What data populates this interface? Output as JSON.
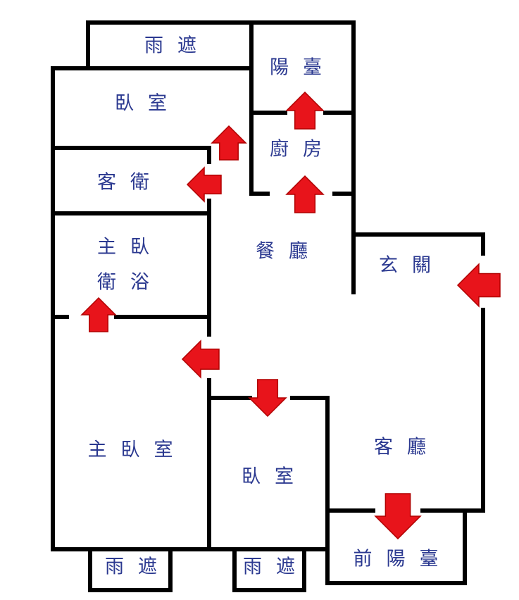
{
  "rooms": {
    "top_canopy": "雨遮",
    "rear_balcony": "陽臺",
    "bedroom_top": "臥室",
    "kitchen": "廚房",
    "guest_bath": "客衛",
    "master_bath_line1": "主臥",
    "master_bath_line2": "衛浴",
    "dining": "餐廳",
    "entrance": "玄關",
    "master_bedroom": "主臥室",
    "bedroom_bottom": "臥室",
    "living": "客廳",
    "front_balcony": "前陽臺",
    "canopy_left": "雨遮",
    "canopy_right": "雨遮"
  },
  "colors": {
    "wall": "#000000",
    "label": "#2b3990",
    "arrow": "#e8141b"
  },
  "arrows": [
    {
      "name": "arrow-to-rear-balcony",
      "dir": "up"
    },
    {
      "name": "arrow-to-bedroom-top",
      "dir": "up"
    },
    {
      "name": "arrow-to-guest-bath",
      "dir": "left"
    },
    {
      "name": "arrow-to-kitchen",
      "dir": "up"
    },
    {
      "name": "arrow-entrance-in",
      "dir": "left"
    },
    {
      "name": "arrow-to-master-bath",
      "dir": "up"
    },
    {
      "name": "arrow-to-master-bedroom",
      "dir": "left"
    },
    {
      "name": "arrow-to-bedroom-bottom",
      "dir": "down"
    },
    {
      "name": "arrow-to-front-balcony",
      "dir": "down"
    }
  ]
}
